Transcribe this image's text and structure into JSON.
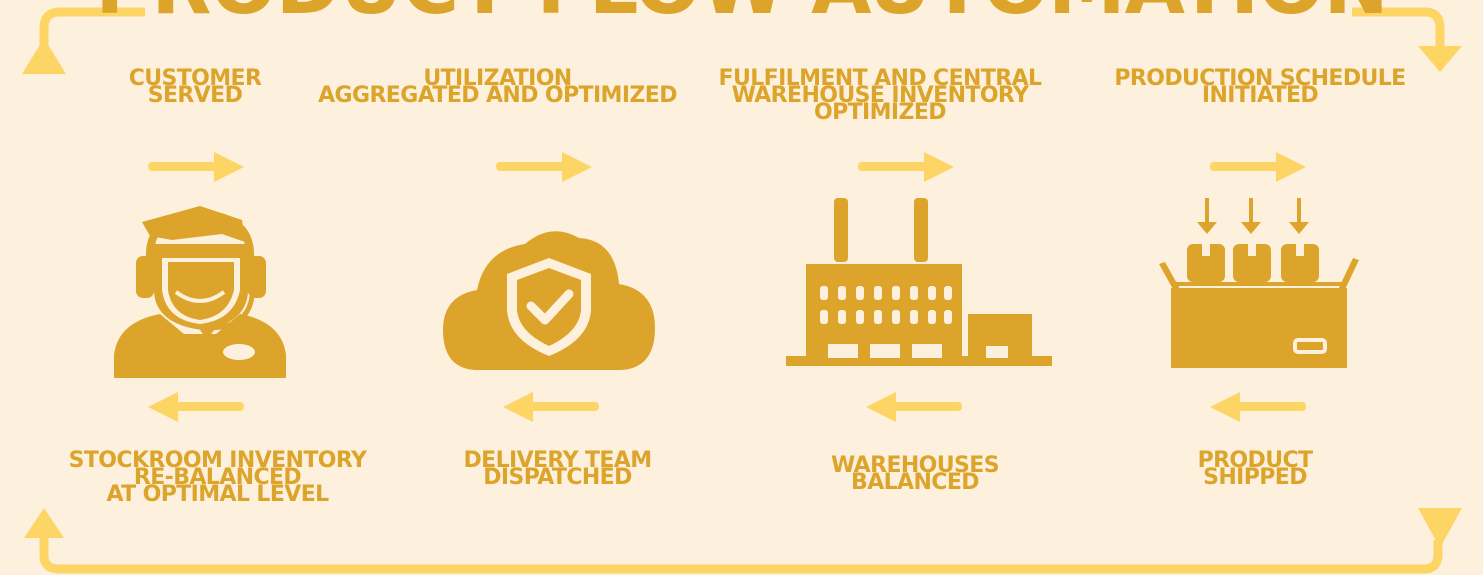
{
  "title": "PRODUCT FLOW AUTOMATION",
  "colors": {
    "background": "#fdf0dd",
    "icon": "#dda42c",
    "arrow": "#fdd565",
    "text": "#dda42c"
  },
  "top_labels": [
    {
      "text": "CUSTOMER\nSERVED"
    },
    {
      "text": "UTILIZATION\nAGGREGATED AND OPTIMIZED"
    },
    {
      "text": "FULFILMENT AND CENTRAL\nWAREHOUSE INVENTORY\nOPTIMIZED"
    },
    {
      "text": "PRODUCTION SCHEDULE\nINITIATED"
    }
  ],
  "bottom_labels": [
    {
      "text": "STOCKROOM INVENTORY\nRE-BALANCED\nAT OPTIMAL LEVEL"
    },
    {
      "text": "DELIVERY TEAM\nDISPATCHED"
    },
    {
      "text": "WAREHOUSES\nBALANCED"
    },
    {
      "text": "PRODUCT\nSHIPPED"
    }
  ],
  "icons": [
    "headset-agent-icon",
    "cloud-shield-icon",
    "factory-icon",
    "box-packing-icon"
  ]
}
